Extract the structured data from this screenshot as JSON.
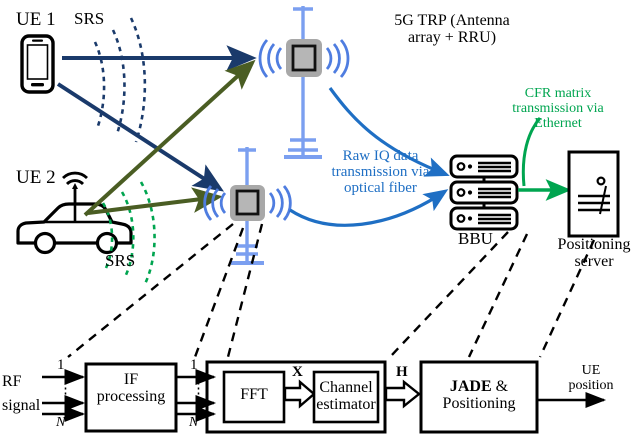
{
  "diagram": {
    "title": "5G TRP positioning system architecture",
    "colors": {
      "navy": "#1a3a6b",
      "olive": "#4a5d23",
      "tower_blue": "#7b9ff0",
      "link_blue": "#1f6fc4",
      "green": "#00a550",
      "antenna_gray": "#a8a8a8",
      "black": "#000000"
    }
  },
  "scene": {
    "ue1_label": "UE 1",
    "ue2_label": "UE 2",
    "srs_label_top": "SRS",
    "srs_label_bottom": "SRS",
    "trp_label": "5G TRP (Antenna\narray + RRU)",
    "iq_label": "Raw IQ data\ntransmission via\noptical fiber",
    "cfr_label": "CFR matrix\ntransmission via\nEthernet",
    "bbu_label": "BBU",
    "positioning_server_label": "Positioning\nserver"
  },
  "block_diagram": {
    "input_label": "RF\nsignal",
    "input_line_top": "1",
    "input_line_dots": "⋮",
    "input_line_bottom": "N",
    "mid_line_top": "1",
    "mid_line_dots": "⋮",
    "mid_line_bottom": "N",
    "blocks": [
      {
        "name": "if-processing",
        "label": "IF\nprocessing"
      },
      {
        "name": "fft",
        "label": "FFT"
      },
      {
        "name": "channel-estimator",
        "label": "Channel\nestimator"
      },
      {
        "name": "jade-positioning",
        "label_bold": "JADE",
        "label_amp": " &",
        "label_rest": "Positioning"
      }
    ],
    "signal_x": "X",
    "signal_h": "H",
    "output_label": "UE\nposition"
  }
}
